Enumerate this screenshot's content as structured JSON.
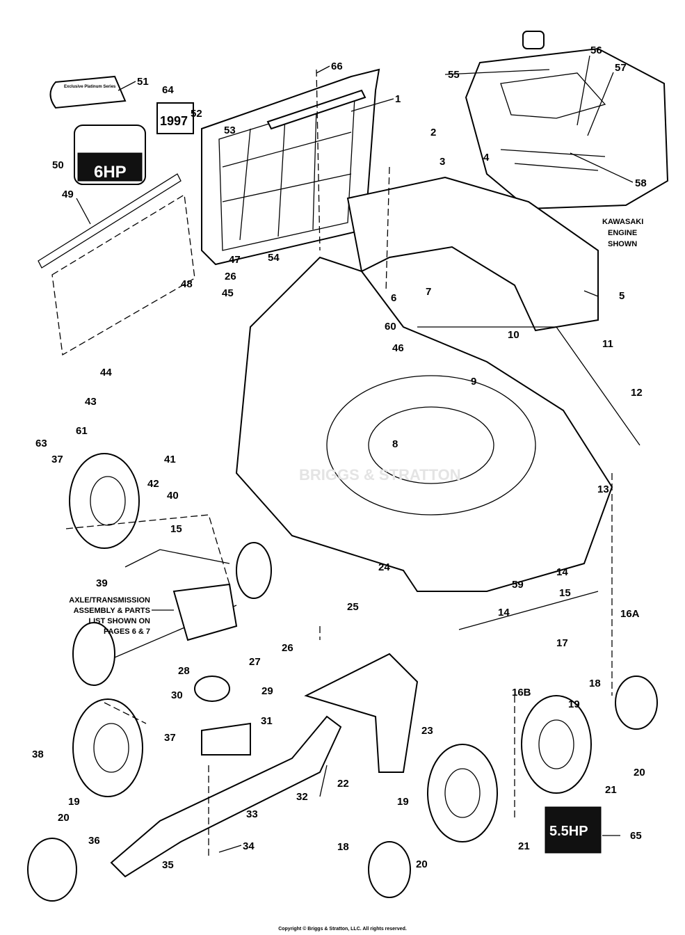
{
  "diagram": {
    "callouts": [
      {
        "id": "51"
      },
      {
        "id": "66"
      },
      {
        "id": "64"
      },
      {
        "id": "1"
      },
      {
        "id": "52"
      },
      {
        "id": "53"
      },
      {
        "id": "2"
      },
      {
        "id": "50"
      },
      {
        "id": "3"
      },
      {
        "id": "4"
      },
      {
        "id": "55"
      },
      {
        "id": "56"
      },
      {
        "id": "57"
      },
      {
        "id": "58"
      },
      {
        "id": "49"
      },
      {
        "id": "47"
      },
      {
        "id": "54"
      },
      {
        "id": "26"
      },
      {
        "id": "45"
      },
      {
        "id": "48"
      },
      {
        "id": "6"
      },
      {
        "id": "7"
      },
      {
        "id": "5"
      },
      {
        "id": "60"
      },
      {
        "id": "46"
      },
      {
        "id": "10"
      },
      {
        "id": "11"
      },
      {
        "id": "9"
      },
      {
        "id": "44"
      },
      {
        "id": "43"
      },
      {
        "id": "12"
      },
      {
        "id": "61"
      },
      {
        "id": "63"
      },
      {
        "id": "8"
      },
      {
        "id": "37"
      },
      {
        "id": "42"
      },
      {
        "id": "41"
      },
      {
        "id": "40"
      },
      {
        "id": "13"
      },
      {
        "id": "15"
      },
      {
        "id": "24"
      },
      {
        "id": "59"
      },
      {
        "id": "14"
      },
      {
        "id": "15"
      },
      {
        "id": "39"
      },
      {
        "id": "25"
      },
      {
        "id": "16A"
      },
      {
        "id": "14"
      },
      {
        "id": "17"
      },
      {
        "id": "26"
      },
      {
        "id": "27"
      },
      {
        "id": "18"
      },
      {
        "id": "28"
      },
      {
        "id": "16B"
      },
      {
        "id": "29"
      },
      {
        "id": "30"
      },
      {
        "id": "31"
      },
      {
        "id": "37"
      },
      {
        "id": "19"
      },
      {
        "id": "23"
      },
      {
        "id": "38"
      },
      {
        "id": "20"
      },
      {
        "id": "32"
      },
      {
        "id": "19"
      },
      {
        "id": "21"
      },
      {
        "id": "22"
      },
      {
        "id": "19"
      },
      {
        "id": "33"
      },
      {
        "id": "20"
      },
      {
        "id": "65"
      },
      {
        "id": "34"
      },
      {
        "id": "36"
      },
      {
        "id": "35"
      },
      {
        "id": "18"
      },
      {
        "id": "21"
      },
      {
        "id": "20"
      }
    ],
    "engine_note": [
      "KAWASAKI",
      "ENGINE",
      "SHOWN"
    ],
    "axle_note": [
      "AXLE/TRANSMISSION",
      "ASSEMBLY & PARTS",
      "LIST SHOWN ON",
      "PAGES 6 & 7"
    ],
    "decals": {
      "series_decal": "Exclusive Platinum Series",
      "year_decal": "1997",
      "hp_decal_6": "6HP",
      "hp_decal_5": "5.5HP"
    },
    "watermark": "BRIGGS & STRATTON",
    "footer": "Copyright © Briggs & Stratton, LLC. All rights reserved."
  }
}
